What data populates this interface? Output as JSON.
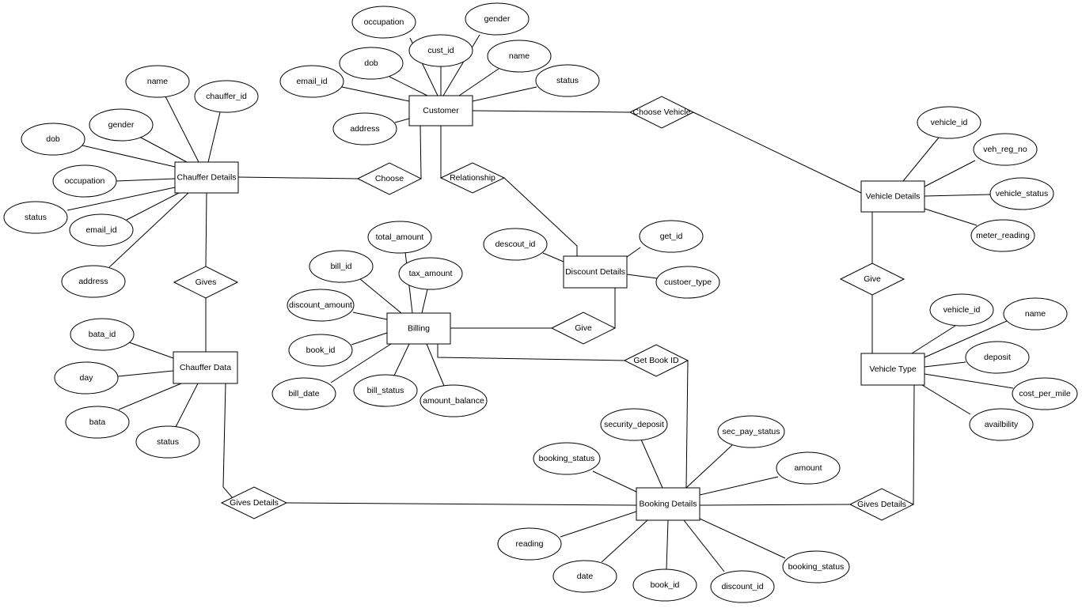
{
  "entities": [
    {
      "id": "customer",
      "label": "Customer"
    },
    {
      "id": "chauffer-details",
      "label": "Chauffer Details"
    },
    {
      "id": "vehicle-details",
      "label": "Vehicle Details"
    },
    {
      "id": "discount-details",
      "label": "Discount Details"
    },
    {
      "id": "billing",
      "label": "Billing"
    },
    {
      "id": "chauffer-data",
      "label": "Chauffer Data"
    },
    {
      "id": "vehicle-type",
      "label": "Vehicle Type"
    },
    {
      "id": "booking-details",
      "label": "Booking Details"
    }
  ],
  "relationships": [
    {
      "id": "choose-vehicle",
      "label": "Choose Vehicle",
      "connects": [
        "customer",
        "vehicle-details"
      ]
    },
    {
      "id": "choose",
      "label": "Choose",
      "connects": [
        "chauffer-details",
        "customer"
      ]
    },
    {
      "id": "relationship",
      "label": "Relationship",
      "connects": [
        "customer",
        "discount-details"
      ]
    },
    {
      "id": "gives",
      "label": "Gives",
      "connects": [
        "chauffer-details",
        "chauffer-data"
      ]
    },
    {
      "id": "give-vehicle",
      "label": "Give",
      "connects": [
        "vehicle-details",
        "vehicle-type"
      ]
    },
    {
      "id": "give-billing",
      "label": "Give",
      "connects": [
        "billing",
        "discount-details"
      ]
    },
    {
      "id": "get-book-id",
      "label": "Get Book ID",
      "connects": [
        "billing",
        "booking-details"
      ]
    },
    {
      "id": "gives-details-left",
      "label": "Gives Details",
      "connects": [
        "chauffer-data",
        "booking-details"
      ]
    },
    {
      "id": "gives-details-right",
      "label": "Gives Details",
      "connects": [
        "booking-details",
        "vehicle-type"
      ]
    }
  ],
  "attributes": [
    {
      "entity": "customer",
      "label": "occupation"
    },
    {
      "entity": "customer",
      "label": "gender"
    },
    {
      "entity": "customer",
      "label": "cust_id"
    },
    {
      "entity": "customer",
      "label": "dob"
    },
    {
      "entity": "customer",
      "label": "name"
    },
    {
      "entity": "customer",
      "label": "email_id"
    },
    {
      "entity": "customer",
      "label": "status"
    },
    {
      "entity": "customer",
      "label": "address"
    },
    {
      "entity": "chauffer-details",
      "label": "name"
    },
    {
      "entity": "chauffer-details",
      "label": "chauffer_id"
    },
    {
      "entity": "chauffer-details",
      "label": "gender"
    },
    {
      "entity": "chauffer-details",
      "label": "dob"
    },
    {
      "entity": "chauffer-details",
      "label": "occupation"
    },
    {
      "entity": "chauffer-details",
      "label": "status"
    },
    {
      "entity": "chauffer-details",
      "label": "email_id"
    },
    {
      "entity": "chauffer-details",
      "label": "address"
    },
    {
      "entity": "vehicle-details",
      "label": "vehicle_id"
    },
    {
      "entity": "vehicle-details",
      "label": "veh_reg_no"
    },
    {
      "entity": "vehicle-details",
      "label": "vehicle_status"
    },
    {
      "entity": "vehicle-details",
      "label": "meter_reading"
    },
    {
      "entity": "discount-details",
      "label": "descout_id"
    },
    {
      "entity": "discount-details",
      "label": "get_id"
    },
    {
      "entity": "discount-details",
      "label": "custoer_type"
    },
    {
      "entity": "billing",
      "label": "total_amount"
    },
    {
      "entity": "billing",
      "label": "bill_id"
    },
    {
      "entity": "billing",
      "label": "tax_amount"
    },
    {
      "entity": "billing",
      "label": "discount_amount"
    },
    {
      "entity": "billing",
      "label": "book_id"
    },
    {
      "entity": "billing",
      "label": "bill_date"
    },
    {
      "entity": "billing",
      "label": "bill_status"
    },
    {
      "entity": "billing",
      "label": "amount_balance"
    },
    {
      "entity": "chauffer-data",
      "label": "bata_id"
    },
    {
      "entity": "chauffer-data",
      "label": "day"
    },
    {
      "entity": "chauffer-data",
      "label": "bata"
    },
    {
      "entity": "chauffer-data",
      "label": "status"
    },
    {
      "entity": "vehicle-type",
      "label": "vehicle_id"
    },
    {
      "entity": "vehicle-type",
      "label": "name"
    },
    {
      "entity": "vehicle-type",
      "label": "deposit"
    },
    {
      "entity": "vehicle-type",
      "label": "cost_per_mile"
    },
    {
      "entity": "vehicle-type",
      "label": "availbility"
    },
    {
      "entity": "booking-details",
      "label": "security_deposit"
    },
    {
      "entity": "booking-details",
      "label": "sec_pay_status"
    },
    {
      "entity": "booking-details",
      "label": "booking_status"
    },
    {
      "entity": "booking-details",
      "label": "amount"
    },
    {
      "entity": "booking-details",
      "label": "reading"
    },
    {
      "entity": "booking-details",
      "label": "booking_status"
    },
    {
      "entity": "booking-details",
      "label": "date"
    },
    {
      "entity": "booking-details",
      "label": "book_id"
    },
    {
      "entity": "booking-details",
      "label": "discount_id"
    }
  ]
}
